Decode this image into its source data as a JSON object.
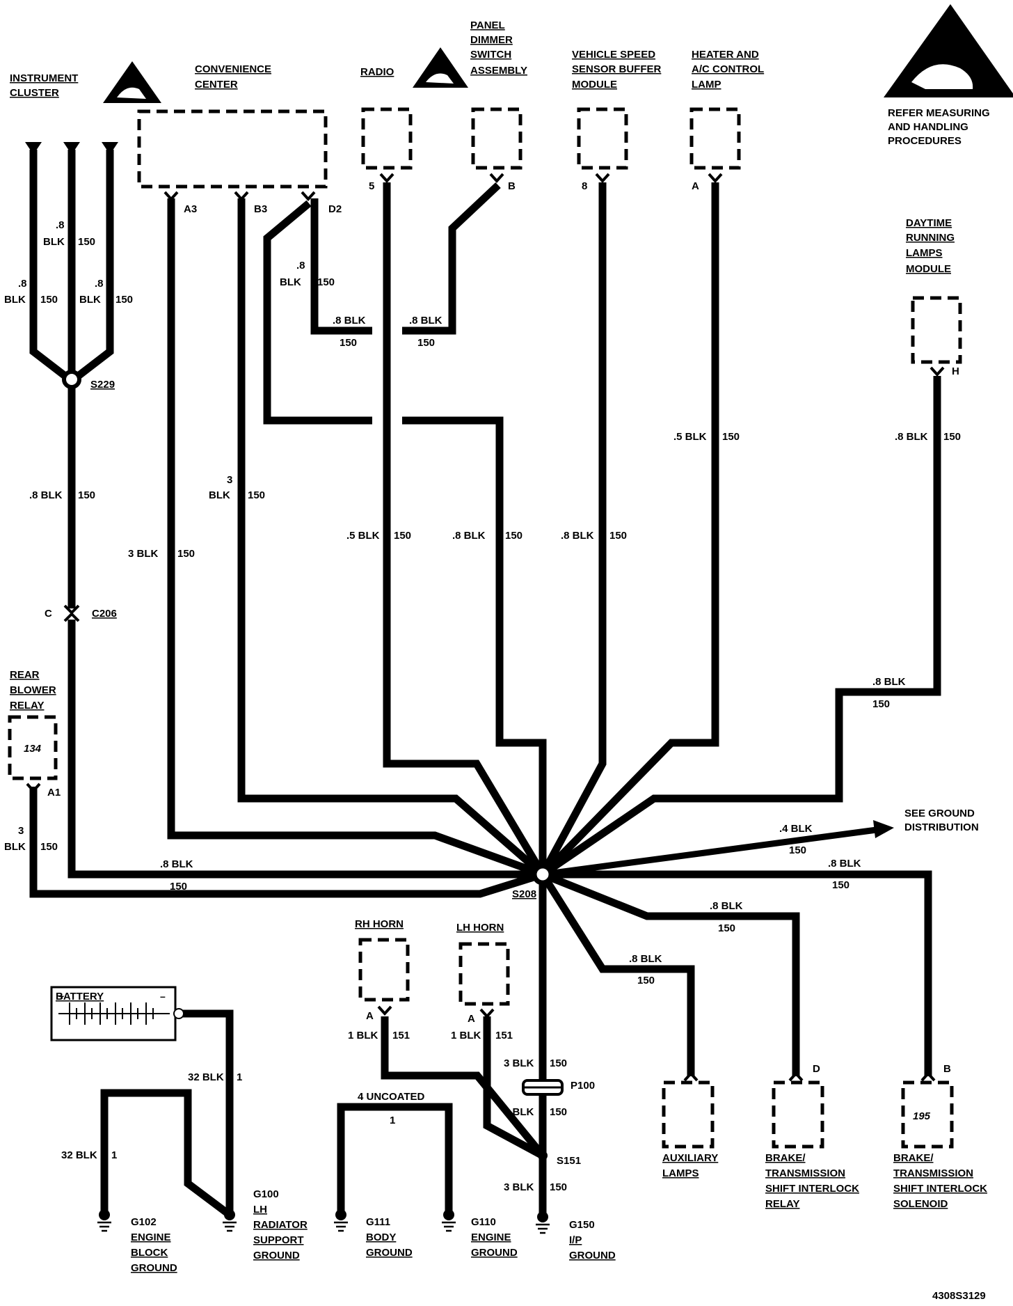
{
  "components": {
    "instrument_cluster": [
      "INSTRUMENT",
      "CLUSTER"
    ],
    "convenience_center": [
      "CONVENIENCE",
      "CENTER"
    ],
    "radio": "RADIO",
    "panel_dimmer": [
      "PANEL",
      "DIMMER",
      "SWITCH",
      "ASSEMBLY"
    ],
    "vss_buffer": [
      "VEHICLE SPEED",
      "SENSOR BUFFER",
      "MODULE"
    ],
    "heater_ac": [
      "HEATER AND",
      "A/C CONTROL",
      "LAMP"
    ],
    "esd_notice": [
      "REFER MEASURING",
      "AND HANDLING",
      "PROCEDURES"
    ],
    "drl_module": [
      "DAYTIME",
      "RUNNING",
      "LAMPS",
      "MODULE"
    ],
    "rear_blower": [
      "REAR",
      "BLOWER",
      "RELAY"
    ],
    "rear_blower_id": "134",
    "see_ground": [
      "SEE GROUND",
      "DISTRIBUTION"
    ],
    "rh_horn": "RH HORN",
    "lh_horn": "LH HORN",
    "battery": "BATTERY",
    "aux_lamps": [
      "AUXILIARY",
      "LAMPS"
    ],
    "bts_relay": [
      "BRAKE/",
      "TRANSMISSION",
      "SHIFT INTERLOCK",
      "RELAY"
    ],
    "bts_solenoid": [
      "BRAKE/",
      "TRANSMISSION",
      "SHIFT INTERLOCK",
      "SOLENOID"
    ],
    "bts_solenoid_id": "195"
  },
  "grounds": {
    "g102": [
      "G102",
      "ENGINE",
      "BLOCK",
      "GROUND"
    ],
    "g100": [
      "G100",
      "LH",
      "RADIATOR",
      "SUPPORT",
      "GROUND"
    ],
    "g111": [
      "G111",
      "BODY",
      "GROUND"
    ],
    "g110": [
      "G110",
      "ENGINE",
      "GROUND"
    ],
    "g150": [
      "G150",
      "I/P",
      "GROUND"
    ]
  },
  "pins": {
    "cc_a3": "A3",
    "cc_b3": "B3",
    "cc_d2": "D2",
    "radio": "5",
    "dimmer": "B",
    "vss": "8",
    "heater": "A",
    "drl": "H",
    "blower": "A1",
    "c206": "C",
    "rh_horn": "A",
    "lh_horn": "A",
    "bts_relay": "D",
    "bts_solenoid": "B"
  },
  "splices": {
    "s229": "S229",
    "s208": "S208",
    "s151": "S151",
    "c206": "C206",
    "p100": "P100"
  },
  "wires": {
    "ic_mid_gauge": ".8",
    "ic_mid_color": "BLK",
    "ic_mid_circuit": "150",
    "ic_left_gauge": ".8",
    "ic_left_color": "BLK",
    "ic_left_circuit": "150",
    "ic_right_gauge": ".8",
    "ic_right_color": "BLK",
    "ic_right_circuit": "150",
    "s229_down": ".8 BLK",
    "s229_down_circuit": "150",
    "cc_a3": "3 BLK",
    "cc_a3_circuit": "150",
    "cc_b3_gauge": "3",
    "cc_b3_color": "BLK",
    "cc_b3_circuit": "150",
    "cc_d2_gauge": ".8",
    "cc_d2_color": "BLK",
    "cc_d2_circuit": "150",
    "d2_horiz": ".8 BLK",
    "d2_horiz_circuit": "150",
    "dimmer_horiz": ".8 BLK",
    "dimmer_horiz_circuit": "150",
    "radio": ".5 BLK",
    "radio_circuit": "150",
    "dimmer_down": ".8 BLK",
    "dimmer_down_circuit": "150",
    "vss": ".8 BLK",
    "vss_circuit": "150",
    "heater": ".5 BLK",
    "heater_circuit": "150",
    "drl_vert": ".8 BLK",
    "drl_vert_circuit": "150",
    "drl_horiz": ".8 BLK",
    "drl_horiz_circuit": "150",
    "ground_dist": ".4 BLK",
    "ground_dist_circuit": "150",
    "solenoid_wire": ".8 BLK",
    "solenoid_wire_circuit": "150",
    "relay_wire": ".8 BLK",
    "relay_wire_circuit": "150",
    "aux_wire": ".8 BLK",
    "aux_wire_circuit": "150",
    "blower_gauge": "3",
    "blower_color": "BLK",
    "blower_circuit": "150",
    "s229_to_s208": ".8 BLK",
    "s229_to_s208_circuit": "150",
    "s208_down": "3 BLK",
    "s208_down_circuit": "150",
    "p100_down": "3 BLK",
    "p100_down_circuit": "150",
    "s151_down": "3 BLK",
    "s151_down_circuit": "150",
    "rh_horn": "1 BLK",
    "rh_horn_circuit": "151",
    "lh_horn": "1 BLK",
    "lh_horn_circuit": "151",
    "battery_neg": "32 BLK",
    "battery_neg_circuit": "1",
    "g102_wire": "32 BLK",
    "g102_wire_circuit": "1",
    "uncoated": "4 UNCOATED",
    "uncoated_circuit": "1"
  },
  "figure_id": "4308S3129"
}
